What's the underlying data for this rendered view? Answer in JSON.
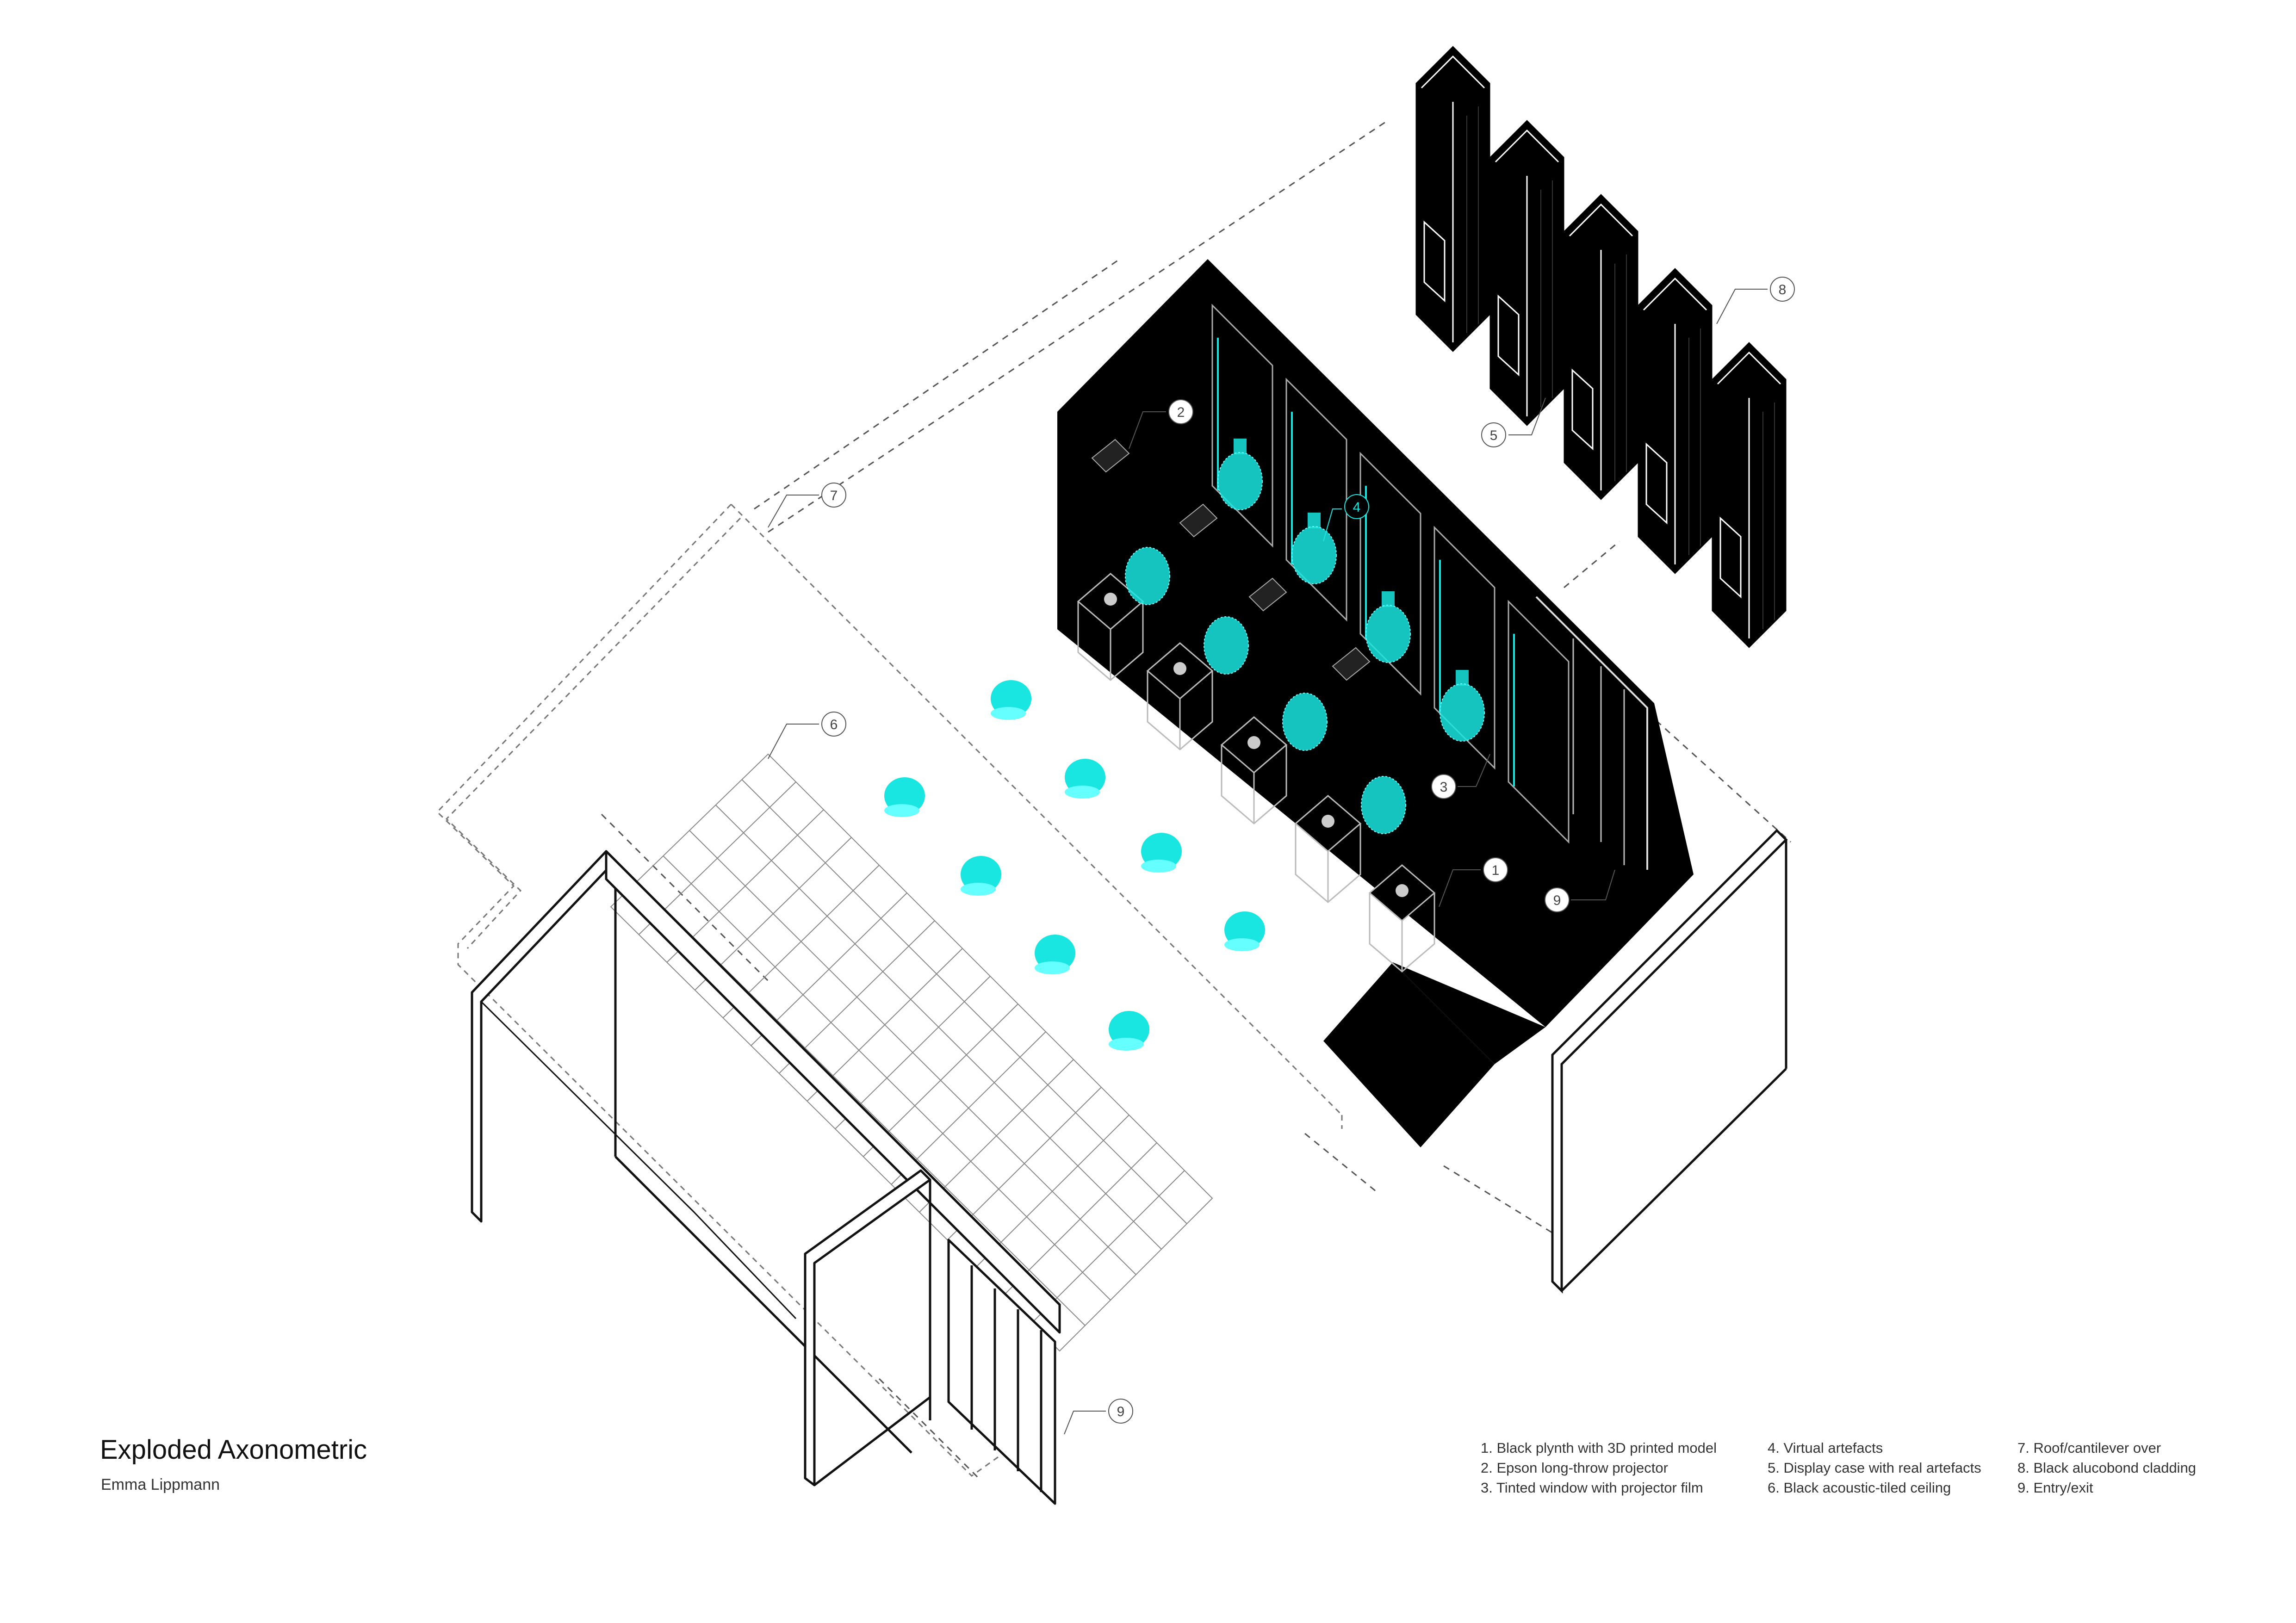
{
  "title": "Exploded Axonometric",
  "author": "Emma Lippmann",
  "colors": {
    "line": "#222222",
    "fill_black": "#000000",
    "cyan": "#19e6e0"
  },
  "callouts": [
    "1",
    "2",
    "3",
    "4",
    "5",
    "6",
    "7",
    "8",
    "9",
    "9"
  ],
  "legend": {
    "col1": [
      "1. Black plynth with 3D printed model",
      "2. Epson long-throw projector",
      "3. Tinted window with projector film"
    ],
    "col2": [
      "4. Virtual artefacts",
      "5. Display case with real artefacts",
      "6. Black acoustic-tiled ceiling"
    ],
    "col3": [
      "7. Roof/cantilever over",
      "8. Black alucobond cladding",
      "9. Entry/exit"
    ]
  }
}
